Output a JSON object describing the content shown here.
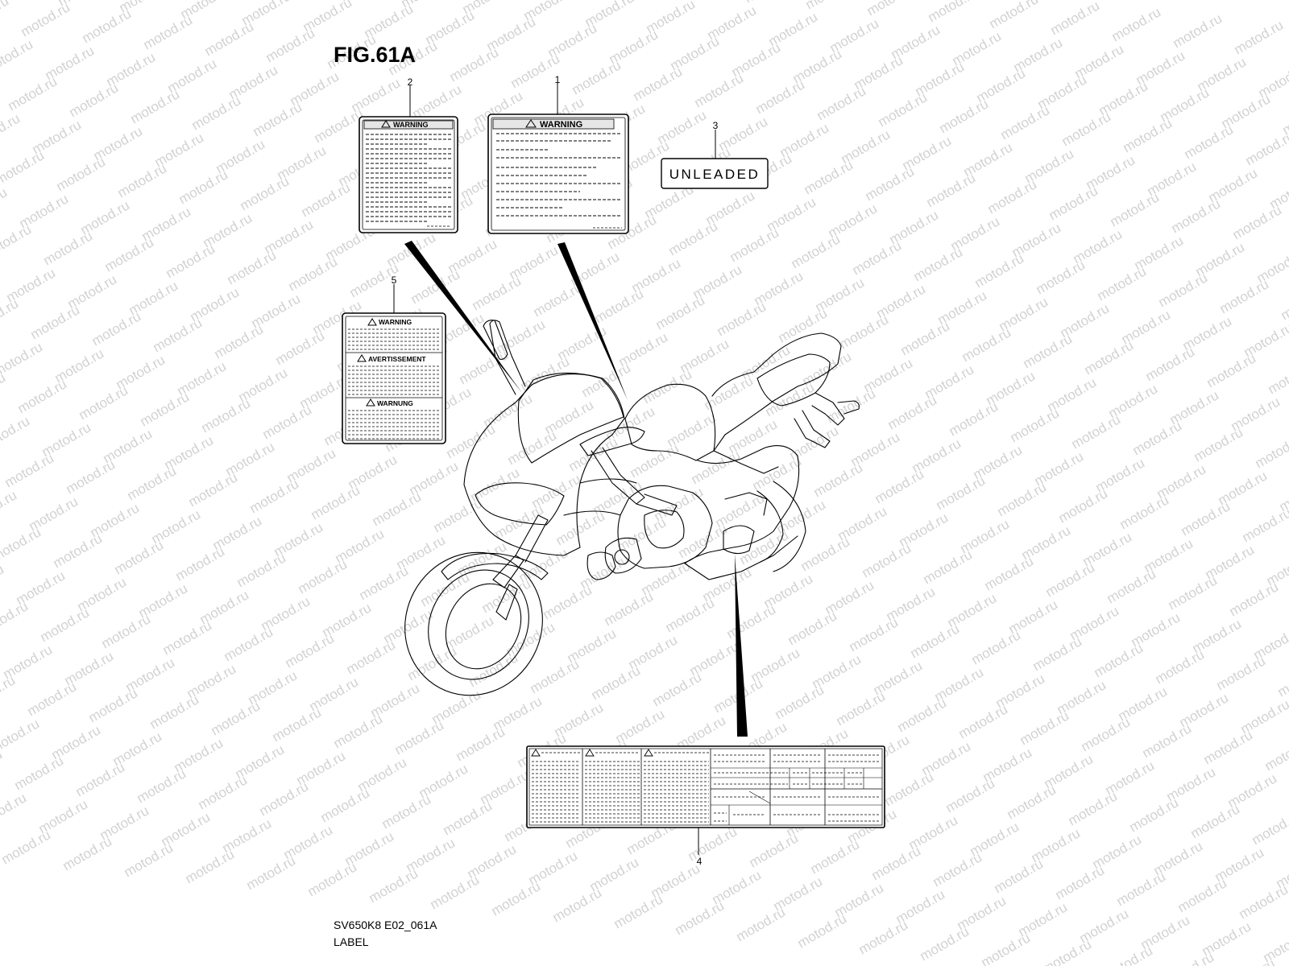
{
  "figure": {
    "title": "FIG.61A",
    "model_code": "SV650K8 E02_061A",
    "caption": "LABEL"
  },
  "watermark": {
    "text": "motod.ru",
    "color": "#d2d2d2"
  },
  "callouts": [
    {
      "id": 1,
      "label": "1"
    },
    {
      "id": 2,
      "label": "2"
    },
    {
      "id": 3,
      "label": "3"
    },
    {
      "id": 4,
      "label": "4"
    },
    {
      "id": 5,
      "label": "5"
    }
  ],
  "labels": {
    "warning_large": {
      "header": "WARNING"
    },
    "warning_small": {
      "header": "WARNING"
    },
    "unleaded": {
      "text": "UNLEADED"
    },
    "trilingual": {
      "header_en": "WARNING",
      "header_fr": "AVERTISSEMENT",
      "header_de": "WARNUNG"
    }
  }
}
